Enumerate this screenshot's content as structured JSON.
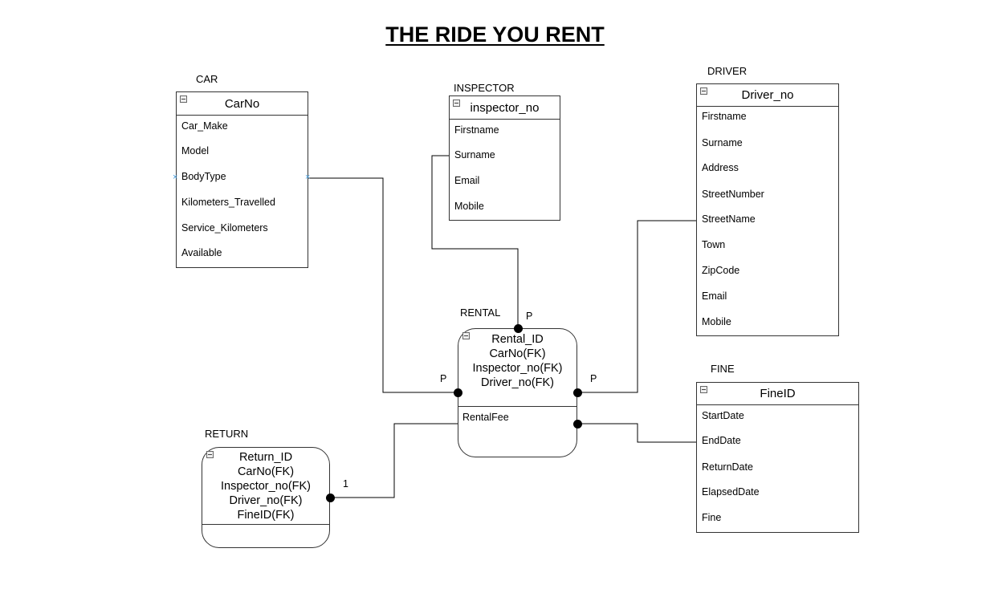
{
  "title": "THE RIDE YOU RENT",
  "entities": {
    "car": {
      "label": "CAR",
      "key": "CarNo",
      "attributes": [
        "Car_Make",
        "Model",
        "BodyType",
        "Kilometers_Travelled",
        "Service_Kilometers",
        "Available"
      ]
    },
    "inspector": {
      "label": "INSPECTOR",
      "key": "inspector_no",
      "attributes": [
        "Firstname",
        "Surname",
        "Email",
        "Mobile"
      ]
    },
    "driver": {
      "label": "DRIVER",
      "key": "Driver_no",
      "attributes": [
        "Firstname",
        "Surname",
        "Address",
        "StreetNumber",
        "StreetName",
        "Town",
        "ZipCode",
        "Email",
        "Mobile"
      ]
    },
    "fine": {
      "label": "FINE",
      "key": "FineID",
      "attributes": [
        "StartDate",
        "EndDate",
        "ReturnDate",
        "ElapsedDate",
        "Fine"
      ]
    },
    "rental": {
      "label": "RENTAL",
      "keys": [
        "Rental_ID",
        "CarNo(FK)",
        "Inspector_no(FK)",
        "Driver_no(FK)"
      ],
      "attributes": [
        "RentalFee"
      ]
    },
    "return": {
      "label": "RETURN",
      "keys": [
        "Return_ID",
        "CarNo(FK)",
        "Inspector_no(FK)",
        "Driver_no(FK)",
        "FineID(FK)"
      ]
    }
  },
  "connections": {
    "inspector_rental": "P",
    "car_rental": "P",
    "driver_rental": "P",
    "return_rental": "1"
  }
}
